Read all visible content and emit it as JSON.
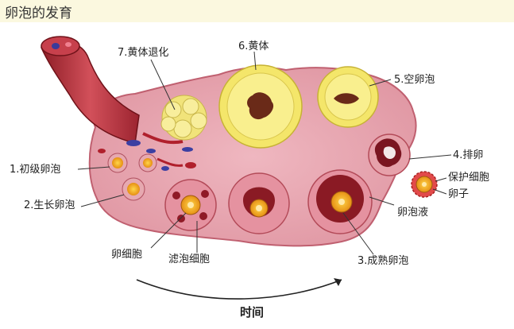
{
  "title": "卵泡的发育",
  "labels": {
    "corpus_regress": "7.黄体退化",
    "corpus_luteum": "6.黄体",
    "empty_follicle": "5.空卵泡",
    "ovulation": "4.排卵",
    "primary_follicle": "1.初级卵泡",
    "growing_follicle": "2.生长卵泡",
    "protective_cells": "保护细胞",
    "egg": "卵子",
    "follicular_fluid": "卵泡液",
    "oocyte": "卵细胞",
    "follicle_cells": "滤泡细胞",
    "mature_follicle": "3.成熟卵泡",
    "time": "时间"
  },
  "colors": {
    "ovary_fill": "#e8a3ad",
    "ovary_stroke": "#b5505e",
    "corpus_yellow": "#f7ec7a",
    "follicle_red": "#a82630",
    "egg_yellow": "#f2b21f"
  }
}
